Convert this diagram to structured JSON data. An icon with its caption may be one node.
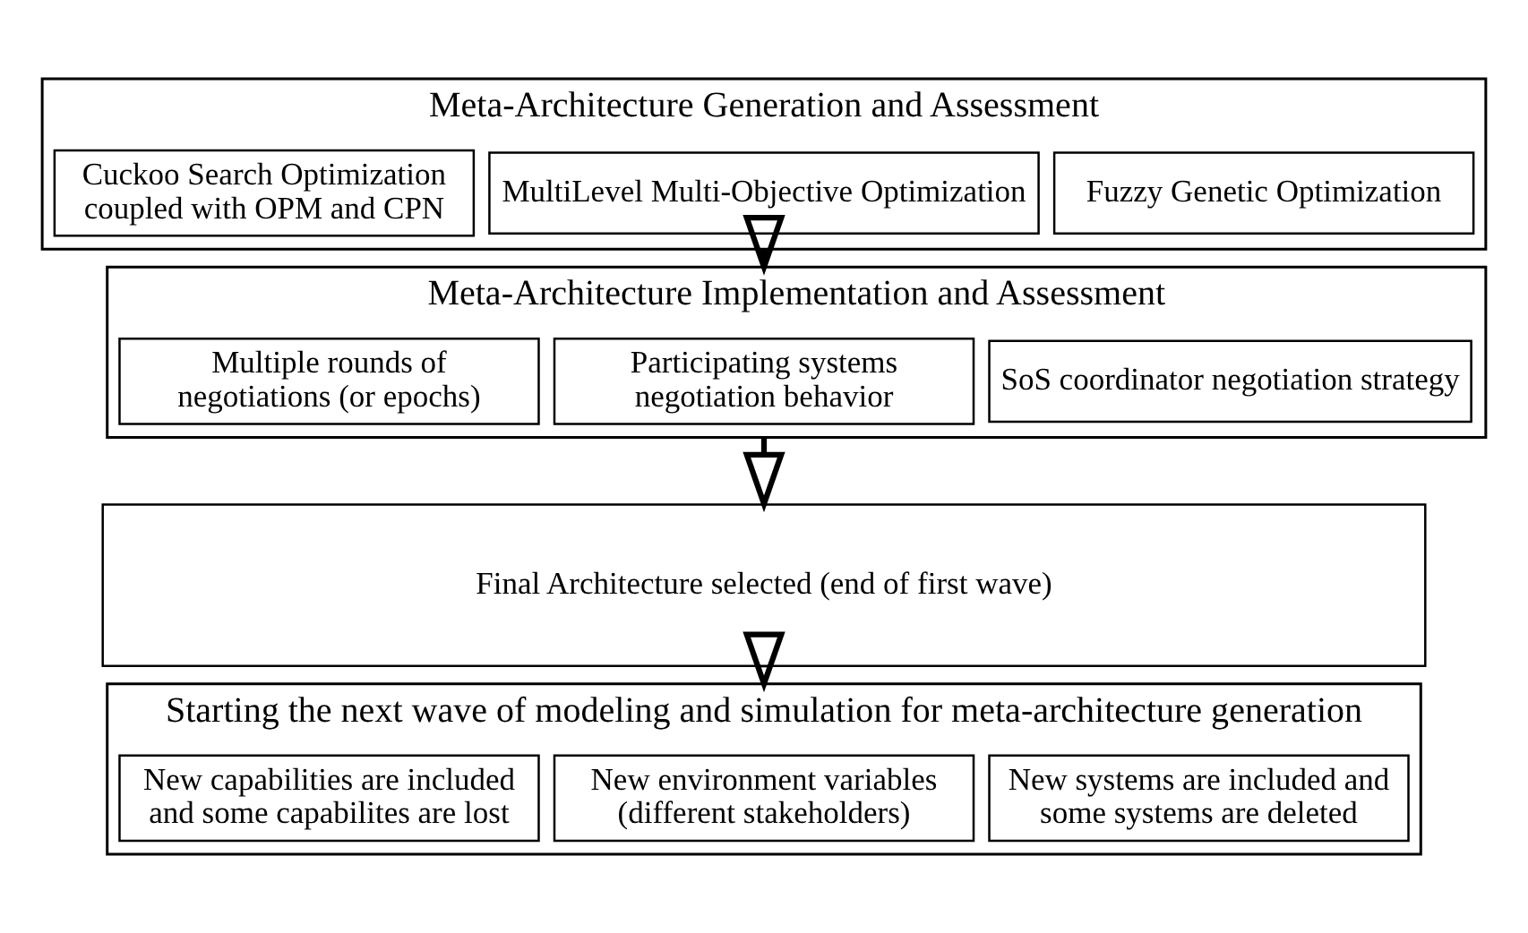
{
  "diagram": {
    "nodes": [
      {
        "text": [
          "Meta-Architecture Generation and Assessment"
        ]
      },
      {
        "text": [
          "Fuzzy Genetic Optimization"
        ],
        "in": 0
      },
      {
        "text": [
          "MultiLevel Multi-Objective Optimization"
        ],
        "in": 0
      },
      {
        "text": [
          "Cuckoo Search Optimization coupled with OPM and CPN"
        ],
        "in": 0
      },
      {
        "text": [
          "Meta-Architecture Implementation and Assessment"
        ]
      },
      {
        "text": [
          "SoS coordinator negotiation strategy"
        ],
        "in": 4
      },
      {
        "text": [
          "Participating systems negotiation behavior"
        ],
        "in": 4
      },
      {
        "text": [
          "Multiple rounds of negotiations (or epochs)"
        ],
        "in": 4
      },
      {
        "text": [
          "Final Architecture selected (end of first wave)"
        ]
      },
      {
        "text": [
          "Starting the next wave of modeling and simulation for meta-architecture generation"
        ]
      },
      {
        "text": [
          "New systems are included and some systems are deleted"
        ],
        "in": 9
      },
      {
        "text": [
          "New environment variables (different stakeholders)"
        ],
        "in": 9
      },
      {
        "text": [
          "New capabilities are included and some capabilites are lost"
        ],
        "in": 9
      }
    ],
    "edges": [
      {
        "from": 0,
        "to": 4,
        "arrow": "to"
      },
      {
        "from": 4,
        "to": 8,
        "arrow": "to"
      },
      {
        "from": 8,
        "to": 9,
        "arrow": "to"
      }
    ]
  }
}
